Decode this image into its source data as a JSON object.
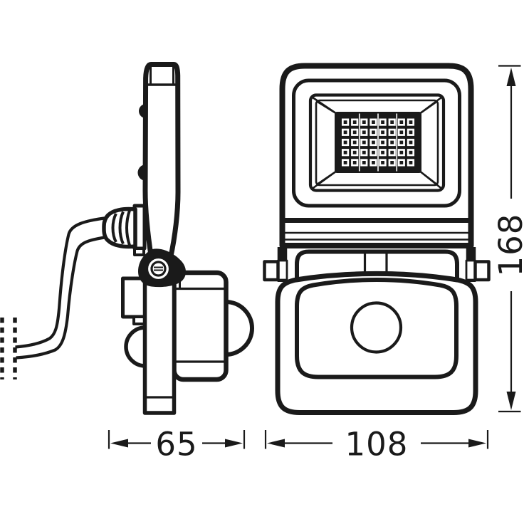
{
  "meta": {
    "drawing_type": "technical dimension drawing",
    "subject": "LED floodlight with PIR motion sensor",
    "views": [
      "side view",
      "front view"
    ]
  },
  "colors": {
    "line": "#1a1a1a",
    "background": "#ffffff"
  },
  "dimensions": {
    "side_width": {
      "value": "65"
    },
    "front_width": {
      "value": "108"
    },
    "front_height": {
      "value": "168"
    }
  },
  "front_view": {
    "led_grid": {
      "rows": 5,
      "cols": 8
    }
  }
}
